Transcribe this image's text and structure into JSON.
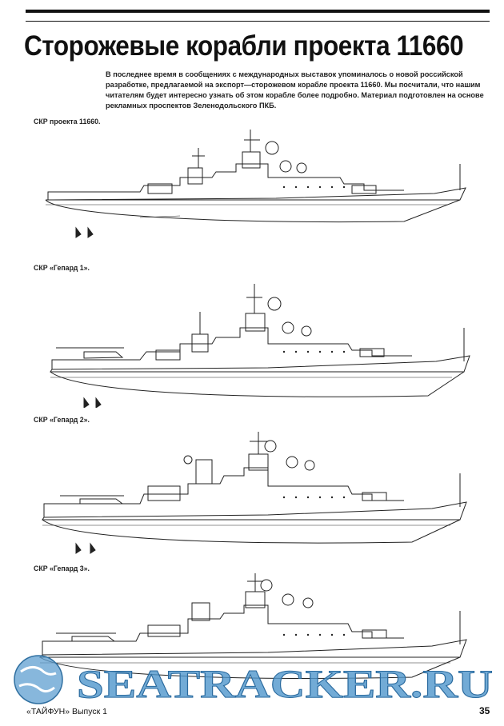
{
  "article": {
    "title": "Сторожевые корабли проекта 11660",
    "intro": "В последнее время в сообщениях с международных выставок упоминалось о новой российской разработке, предлагаемой на экспорт—сторожевом корабле проекта 11660. Мы посчитали, что нашим читателям будет интересно узнать об этом корабле более подробно. Материал подготовлен на основе рекламных проспектов Зеленодольского ПКБ."
  },
  "figures": [
    {
      "caption": "СКР проекта 11660."
    },
    {
      "caption": "СКР «Гепард 1»."
    },
    {
      "caption": "СКР «Гепард 2»."
    },
    {
      "caption": "СКР «Гепард 3»."
    }
  ],
  "watermark": {
    "text": "SEATRACKER.RU"
  },
  "footer": {
    "publication": "«ТАЙФУН» Выпуск 1",
    "page_number": "35"
  }
}
